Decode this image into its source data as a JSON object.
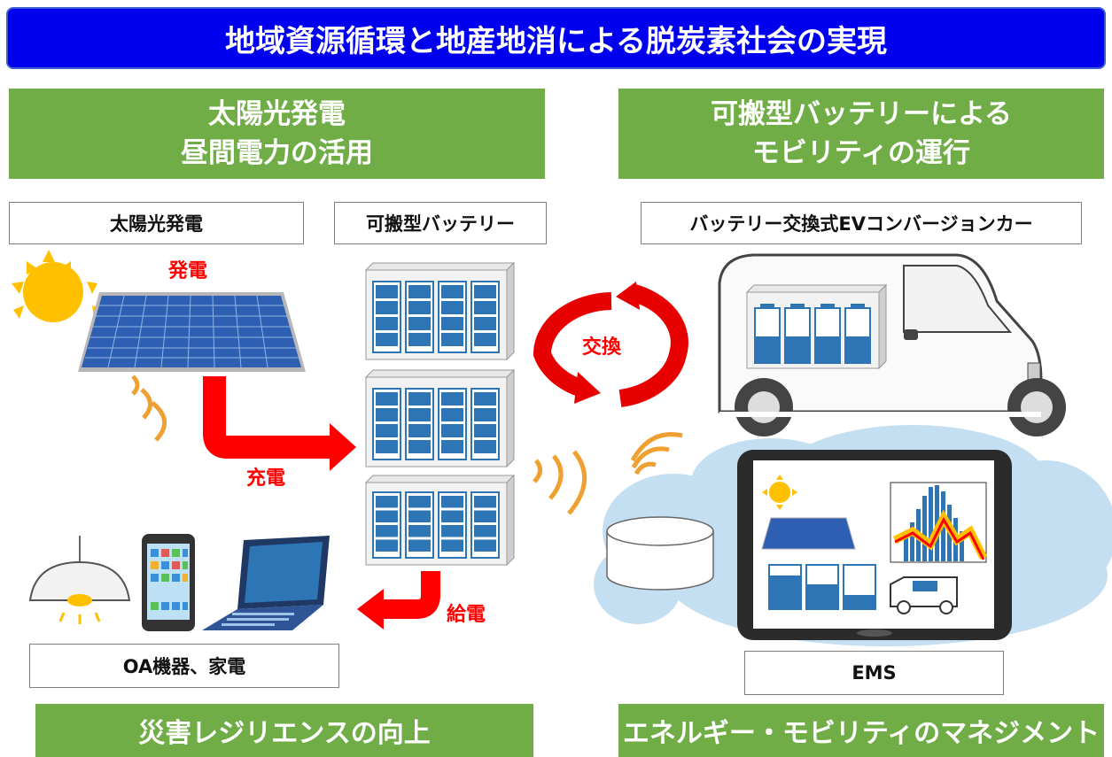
{
  "title": "地域資源循環と地産地消による脱炭素社会の実現",
  "left_header": {
    "line1": "太陽光発電",
    "line2": "昼間電力の活用"
  },
  "right_header": {
    "line1": "可搬型バッテリーによる",
    "line2": "モビリティの運行"
  },
  "labels": {
    "solar": "太陽光発電",
    "battery": "可搬型バッテリー",
    "ev": "バッテリー交換式EVコンバージョンカー",
    "appliances": "OA機器、家電",
    "ems": "EMS"
  },
  "annotations": {
    "generate": "発電",
    "charge": "充電",
    "exchange": "交換",
    "supply": "給電"
  },
  "footer": {
    "left": "災害レジリエンスの向上",
    "right": "エネルギー・モビリティのマネジメント"
  },
  "colors": {
    "banner": "#0000ee",
    "green": "#70ad47",
    "red": "#ff0000",
    "battery_blue": "#2e75b6",
    "cloud": "#c5dff2"
  }
}
